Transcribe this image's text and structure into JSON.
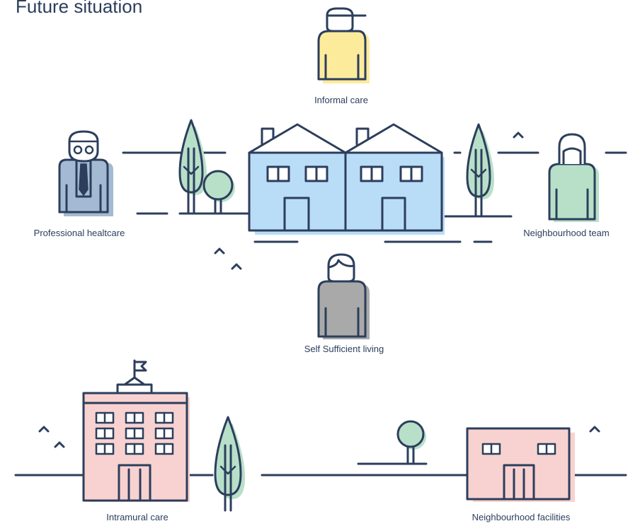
{
  "title": "Future situation",
  "labels": {
    "informal_care": "Informal care",
    "professional_healthcare": "Professional healtcare",
    "neighbourhood_team": "Neighbourhood team",
    "self_sufficient_living": "Self Sufficient living",
    "intramural_care": "Intramural care",
    "neighbourhood_facilities": "Neighbourhood facilities"
  },
  "colors": {
    "line": "#2c3e5c",
    "yellow": "#fdeb9c",
    "blue": "#b9dcf7",
    "green": "#b8e0c9",
    "gray": "#a9a9a9",
    "pink": "#f8d2d0",
    "steel": "#a4bad2"
  }
}
